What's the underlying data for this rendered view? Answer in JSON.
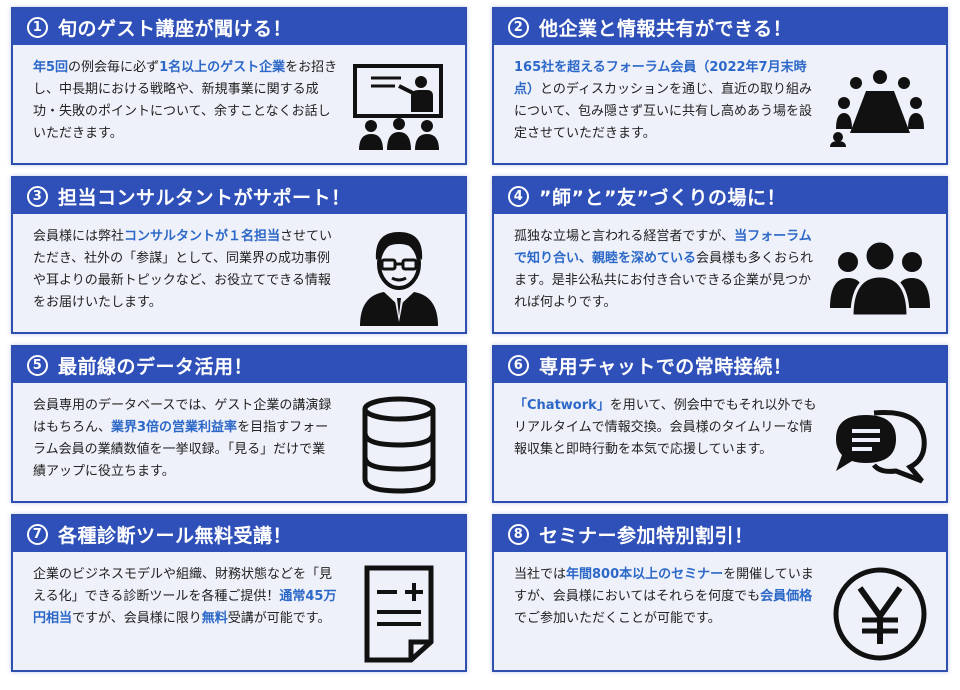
{
  "cards": [
    {
      "num": "1",
      "title": "旬のゲスト講座が聞ける！",
      "segments": [
        {
          "t": "年5回",
          "h": true
        },
        {
          "t": "の例会毎に必ず",
          "h": false
        },
        {
          "t": "1名以上のゲスト企業",
          "h": true
        },
        {
          "t": "をお招きし、中長期における戦略や、新規事業に関する成功・失敗のポイントについて、余すことなくお話しいただきます。",
          "h": false
        }
      ],
      "icon": "presentation-icon"
    },
    {
      "num": "2",
      "title": "他企業と情報共有ができる！",
      "segments": [
        {
          "t": "165社を超えるフォーラム会員（2022年7月末時点）",
          "h": true
        },
        {
          "t": "とのディスカッションを通じ、直近の取り組みについて、包み隠さず互いに共有し高めあう場を設定させていただきます。",
          "h": false
        }
      ],
      "icon": "meeting-table-icon"
    },
    {
      "num": "3",
      "title": "担当コンサルタントがサポート！",
      "segments": [
        {
          "t": "会員様には弊社",
          "h": false
        },
        {
          "t": "コンサルタントが１名担当",
          "h": true
        },
        {
          "t": "させていただき、社外の「参謀」として、同業界の成功事例や耳よりの最新トピックなど、お役立てできる情報をお届けいたします。",
          "h": false
        }
      ],
      "icon": "consultant-icon"
    },
    {
      "num": "4",
      "title": "”師”と”友”づくりの場に！",
      "segments": [
        {
          "t": "孤独な立場と言われる経営者ですが、",
          "h": false
        },
        {
          "t": "当フォーラムで知り合い、親睦を深めている",
          "h": true
        },
        {
          "t": "会員様も多くおられます。是非公私共にお付き合いできる企業が見つかれば何よりです。",
          "h": false
        }
      ],
      "icon": "group-icon"
    },
    {
      "num": "5",
      "title": "最前線のデータ活用！",
      "segments": [
        {
          "t": "会員専用のデータベースでは、ゲスト企業の講演録はもちろん、",
          "h": false
        },
        {
          "t": "業界3倍の営業利益率",
          "h": true
        },
        {
          "t": "を目指すフォーラム会員の業績数値を一挙収録。「見る」だけで業績アップに役立ちます。",
          "h": false
        }
      ],
      "icon": "database-icon"
    },
    {
      "num": "6",
      "title": "専用チャットでの常時接続！",
      "segments": [
        {
          "t": "「Chatwork」",
          "h": true
        },
        {
          "t": "を用いて、例会中でもそれ以外でもリアルタイムで情報交換。会員様のタイムリーな情報収集と即時行動を本気で応援しています。",
          "h": false
        }
      ],
      "icon": "chat-bubbles-icon"
    },
    {
      "num": "7",
      "title": "各種診断ツール無料受講！",
      "segments": [
        {
          "t": "企業のビジネスモデルや組織、財務状態などを「見える化」できる診断ツールを各種ご提供！",
          "h": false
        },
        {
          "t": "通常45万円相当",
          "h": true
        },
        {
          "t": "ですが、会員様に限り",
          "h": false
        },
        {
          "t": "無料",
          "h": true
        },
        {
          "t": "受講が可能です。",
          "h": false
        }
      ],
      "icon": "calculation-sheet-icon"
    },
    {
      "num": "8",
      "title": "セミナー参加特別割引！",
      "segments": [
        {
          "t": "当社では",
          "h": false
        },
        {
          "t": "年間800本以上のセミナー",
          "h": true
        },
        {
          "t": "を開催していますが、会員様においてはそれらを何度でも",
          "h": false
        },
        {
          "t": "会員価格",
          "h": true
        },
        {
          "t": "でご参加いただくことが可能です。",
          "h": false
        }
      ],
      "icon": "yen-coin-icon"
    }
  ]
}
